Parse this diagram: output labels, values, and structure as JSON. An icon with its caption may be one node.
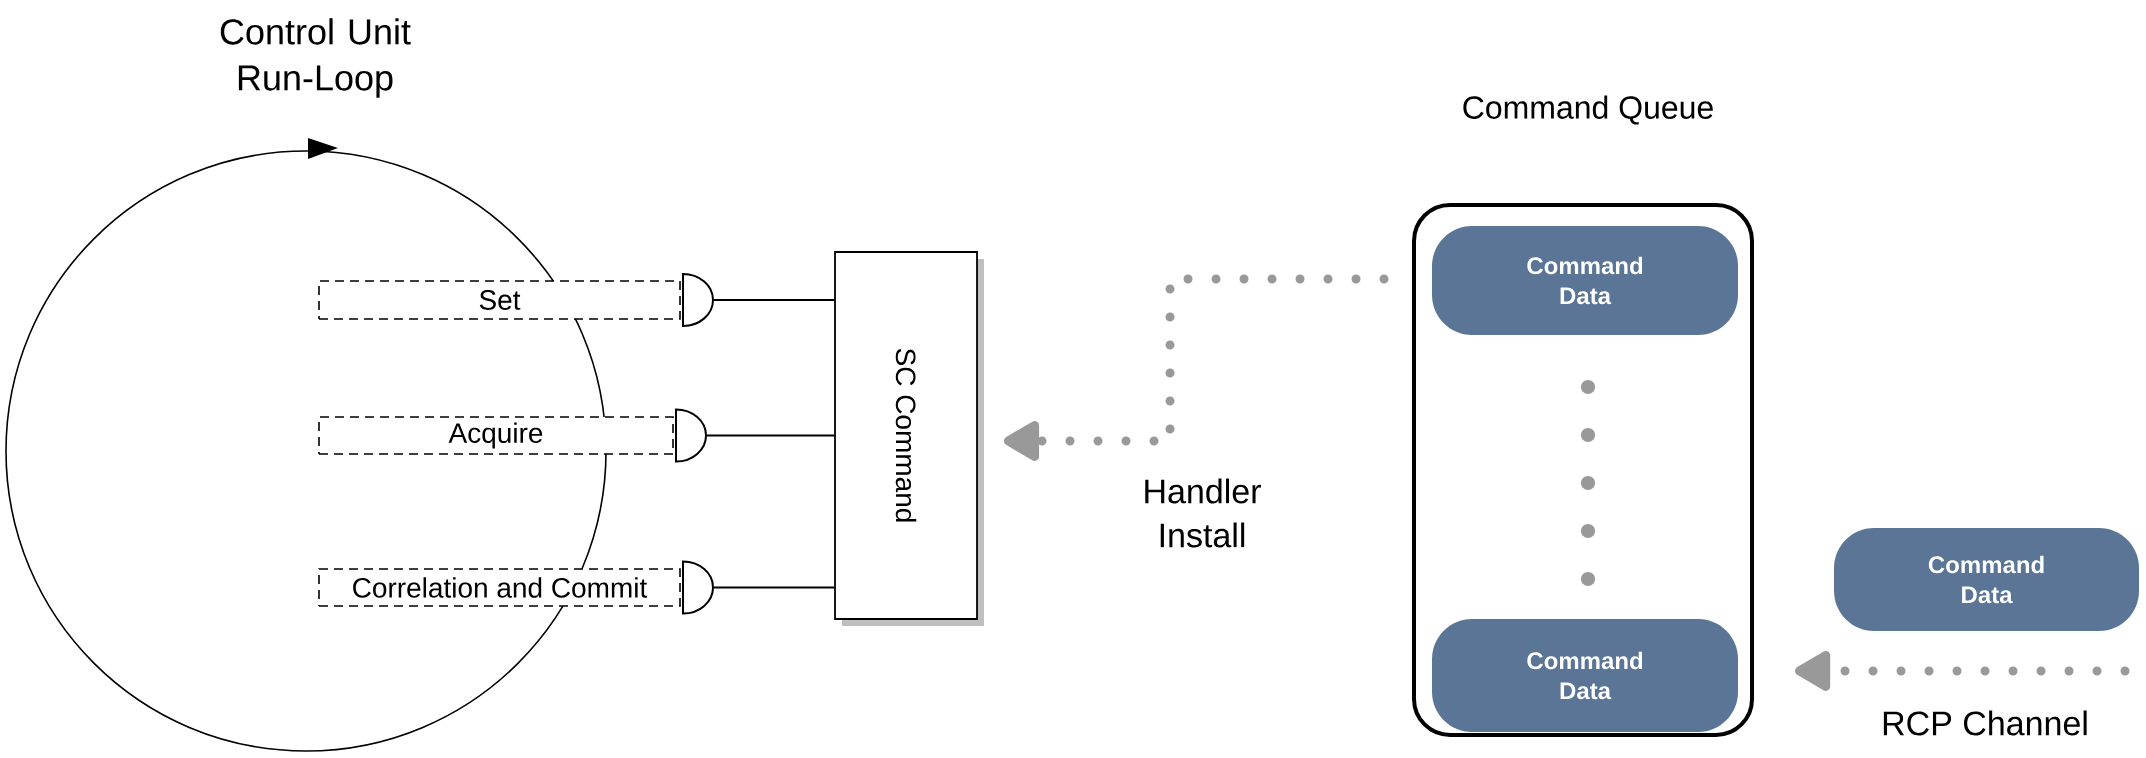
{
  "diagram": {
    "nodes": [
      {
        "text": [
          "Control Unit Run-Loop"
        ]
      },
      {
        "text": [
          "Set"
        ]
      },
      {
        "text": [
          "Acquire"
        ]
      },
      {
        "text": [
          "Correlation and Commit"
        ]
      },
      {
        "text": [
          "SC Command"
        ]
      },
      {
        "text": [
          "Command Queue"
        ]
      },
      {
        "text": [
          "Command Data"
        ],
        "in": 5
      },
      {
        "text": [
          "Command Data"
        ],
        "in": 5
      },
      {
        "text": [
          "Command Data"
        ]
      }
    ],
    "edges": [
      {
        "from": 1,
        "to": 4,
        "arrow": "none"
      },
      {
        "from": 2,
        "to": 4,
        "arrow": "none"
      },
      {
        "from": 3,
        "to": 4,
        "arrow": "none"
      },
      {
        "from": 5,
        "to": 4,
        "arrow": "to",
        "label": "Handler Install",
        "style": "dashed",
        "color": "#999999"
      },
      {
        "from": null,
        "to": 5,
        "arrow": "to",
        "label": "RCP Channel",
        "style": "dashed",
        "color": "#999999"
      }
    ]
  }
}
